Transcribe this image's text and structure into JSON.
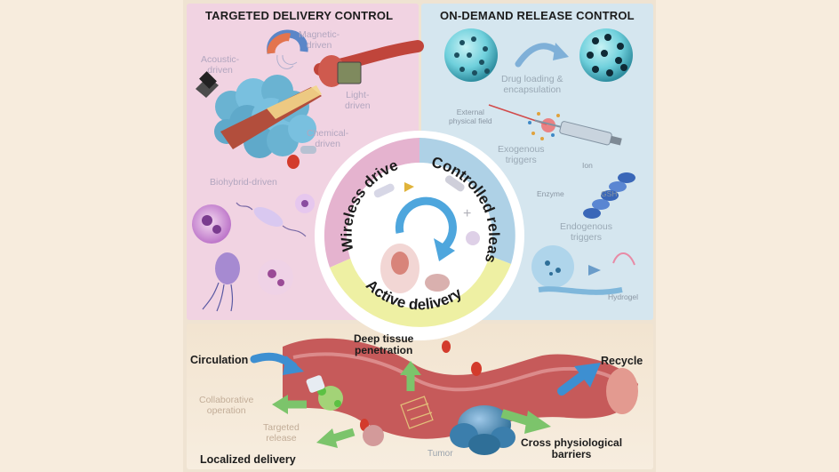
{
  "panels": {
    "targeted_delivery": {
      "title": "TARGETED DELIVERY CONTROL",
      "labels": {
        "magnetic": "Magnetic-\ndriven",
        "acoustic": "Acoustic-\ndriven",
        "light": "Light-\ndriven",
        "chemical": "Chemical-\ndriven",
        "biohybrid": "Biohybrid-driven"
      }
    },
    "on_demand_release": {
      "title": "ON-DEMAND RELEASE CONTROL",
      "labels": {
        "drug_loading": "Drug loading &\nencapsulation",
        "external_field": "External\nphysical field",
        "exogenous": "Exogenous\ntriggers",
        "ion": "Ion",
        "enzyme": "Enzyme",
        "gsh": "GSH",
        "endogenous": "Endogenous\ntriggers",
        "hydrogel": "Hydrogel"
      }
    }
  },
  "center_ring": {
    "wireless_drive": "Wireless drive",
    "controlled_release": "Controlled release",
    "active_delivery": "Active delivery"
  },
  "bottom": {
    "circulation": "Circulation",
    "deep_tissue": "Deep tissue\npenetration",
    "recycle": "Recycle",
    "collaborative": "Collaborative\noperation",
    "targeted_release": "Targeted\nrelease",
    "localized_delivery": "Localized delivery",
    "tumor": "Tumor",
    "cross_barriers": "Cross physiological\nbarriers"
  },
  "colors": {
    "page_bg": "#f7ecdd",
    "pink_panel": "#f1d3e2",
    "blue_panel": "#d5e6ef",
    "ring_pink": "#e5b3cf",
    "ring_blue": "#aed1e6",
    "ring_yellow": "#eef0a3",
    "arrow_blue": "#3d8fd1",
    "arrow_green": "#7cc46b",
    "vessel": "#c65a5a"
  },
  "icons": [
    "magnet-icon",
    "ultrasound-probe-icon",
    "nanoparticle-icon",
    "syringe-icon",
    "bacteria-icon",
    "cell-icon",
    "recycle-arrow-icon",
    "tumor-icon"
  ]
}
